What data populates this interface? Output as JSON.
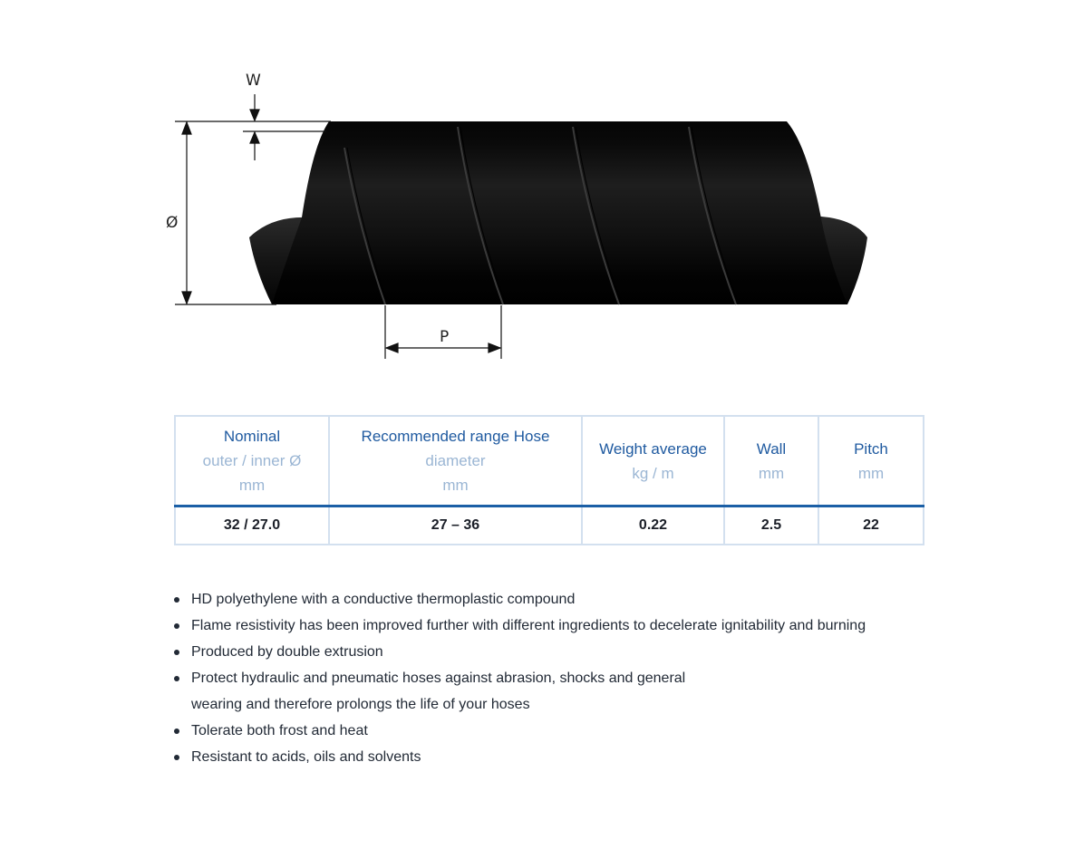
{
  "diagram": {
    "labels": {
      "wall": "W",
      "diameter": "Ø",
      "pitch": "P"
    },
    "colors": {
      "hose": "#0c0c0c",
      "lines": "#111111"
    }
  },
  "table": {
    "headers": [
      {
        "main": "Nominal",
        "sub1": "outer / inner Ø",
        "sub2": "mm"
      },
      {
        "main": "Recommended range Hose",
        "sub1": "diameter",
        "sub2": "mm"
      },
      {
        "main": "Weight average",
        "sub1": "kg / m",
        "sub2": ""
      },
      {
        "main": "Wall",
        "sub1": "mm",
        "sub2": ""
      },
      {
        "main": "Pitch",
        "sub1": "mm",
        "sub2": ""
      }
    ],
    "rows": [
      [
        "32 / 27.0",
        "27 – 36",
        "0.22",
        "2.5",
        "22"
      ]
    ],
    "colors": {
      "header_main": "#1f5aa0",
      "header_sub": "#9bb6d4",
      "border": "#d3e0ef",
      "separator": "#1b5fa6"
    }
  },
  "features": [
    "HD polyethylene with a conductive thermoplastic compound",
    "Flame resistivity has been improved further with different ingredients to decelerate ignitability and burning",
    "Produced by double extrusion",
    "Protect hydraulic and pneumatic hoses against abrasion, shocks and general wearing and therefore prolongs the life of your hoses",
    "Tolerate both frost and heat",
    "Resistant to acids, oils and solvents"
  ]
}
